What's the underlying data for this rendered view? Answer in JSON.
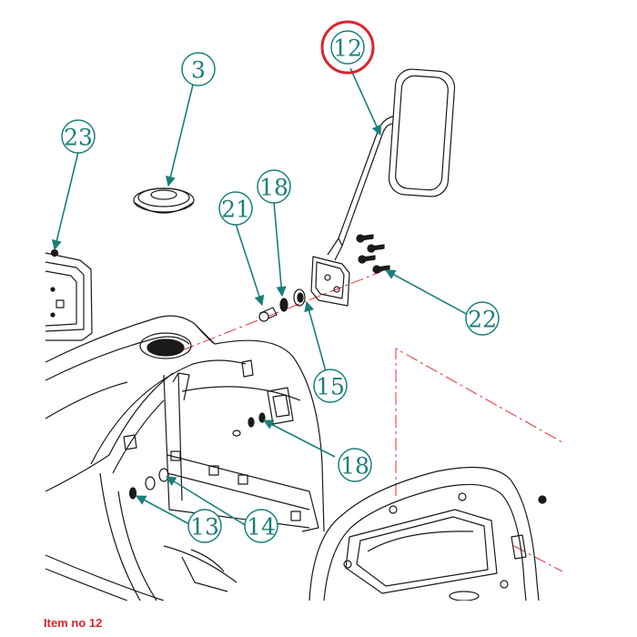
{
  "colors": {
    "callout": "#1a7f7a",
    "highlight": "#d8262c",
    "line": "#1a1a1a",
    "centerline": "#e0303a"
  },
  "callouts": {
    "c3": "3",
    "c12": "12",
    "c13": "13",
    "c14": "14",
    "c15": "15",
    "c18a": "18",
    "c18b": "18",
    "c21": "21",
    "c22": "22",
    "c23": "23"
  },
  "highlighted_item": "12",
  "caption": "Item no 12"
}
